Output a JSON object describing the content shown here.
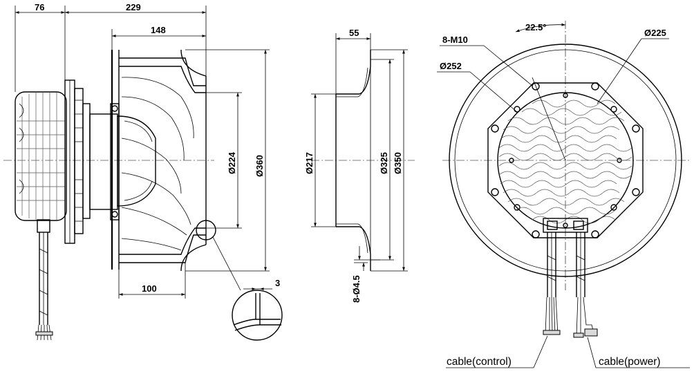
{
  "side_view": {
    "dim_76": "76",
    "dim_229": "229",
    "dim_148": "148",
    "dim_100": "100",
    "dim_d224": "Ø224",
    "dim_d360": "Ø360",
    "dim_3": "3"
  },
  "inlet_ring": {
    "dim_55": "55",
    "dim_d217": "Ø217",
    "dim_d325": "Ø325",
    "dim_d350": "Ø350",
    "holes": "8-Ø4.5"
  },
  "front_view": {
    "bolts": "8-M10",
    "angle": "22.5°",
    "dim_d252": "Ø252",
    "dim_d225": "Ø225",
    "cable_control": "cable(control)",
    "cable_power": "cable(power)"
  }
}
